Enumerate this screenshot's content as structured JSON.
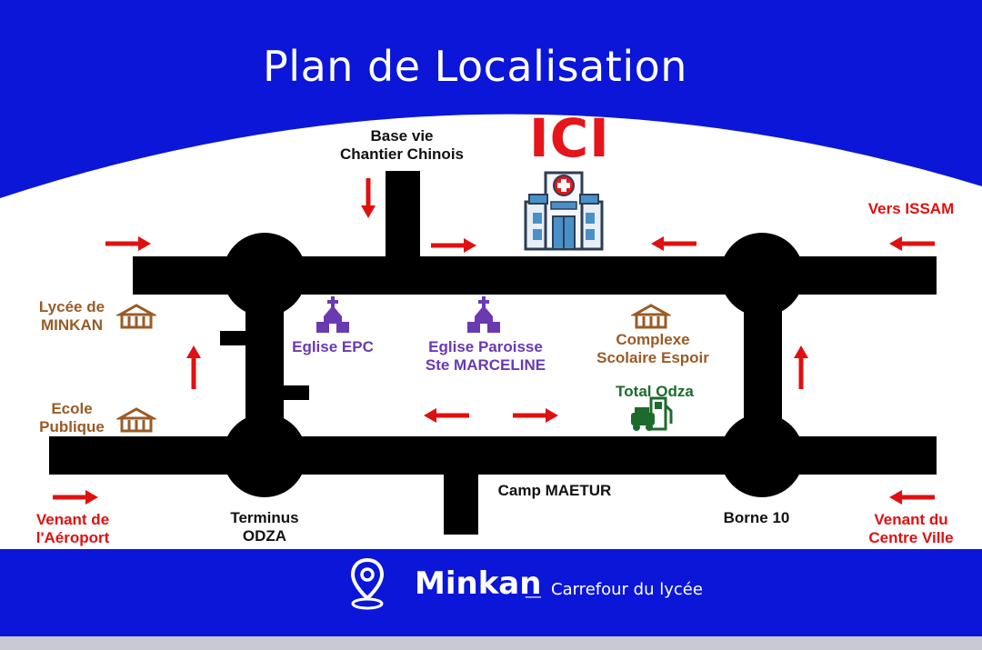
{
  "title": "Plan de  Localisation",
  "marker": "ICI",
  "places": {
    "base_vie_line1": "Base vie",
    "base_vie_line2": "Chantier Chinois",
    "vers_issam": "Vers ISSAM",
    "lycee_line1": "Lycée de",
    "lycee_line2": "MINKAN",
    "ecole_line1": "Ecole",
    "ecole_line2": "Publique",
    "eglise_epc": "Eglise EPC",
    "eglise_paroisse_line1": "Eglise Paroisse",
    "eglise_paroisse_line2": "Ste MARCELINE",
    "complexe_line1": "Complexe",
    "complexe_line2": "Scolaire Espoir",
    "total_odza": "Total Odza",
    "camp_maetur": "Camp MAETUR",
    "terminus_line1": "Terminus",
    "terminus_line2": "ODZA",
    "borne_10": "Borne 10",
    "venant_aeroport_line1": "Venant de",
    "venant_aeroport_line2": "l'Aéroport",
    "venant_centre_line1": "Venant du",
    "venant_centre_line2": "Centre Ville"
  },
  "footer": {
    "place": "Minkan",
    "separator": "_",
    "subtitle": "Carrefour du lycée"
  },
  "colors": {
    "banner_blue": "#0b16d8",
    "road": "#000000",
    "arrow_red": "#e01010",
    "ici_red": "#e6141b",
    "school_brown": "#9a5b26",
    "church_purple": "#6a3ab0",
    "station_green": "#1c6b2c"
  },
  "icons": [
    "hospital-icon",
    "school-icon",
    "church-icon",
    "gas-station-icon",
    "location-pin-icon",
    "arrow-icon"
  ]
}
